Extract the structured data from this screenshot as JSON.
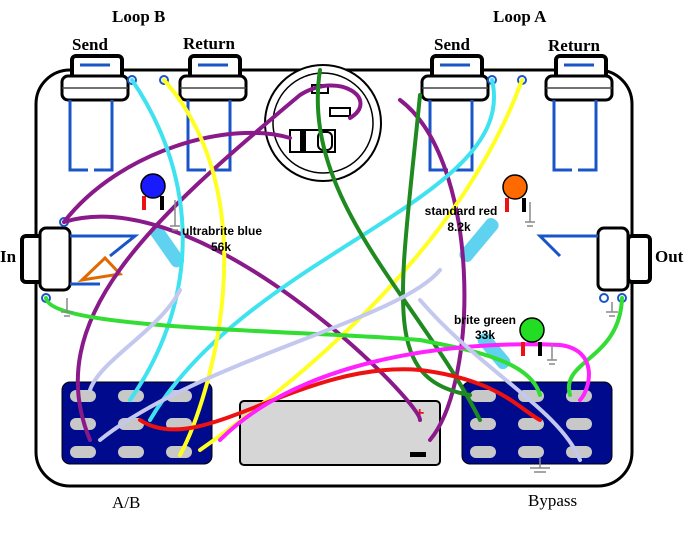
{
  "labels": {
    "loop_b": "Loop B",
    "loop_a": "Loop A",
    "send_b": "Send",
    "return_b": "Return",
    "send_a": "Send",
    "return_a": "Return",
    "input": "In",
    "output": "Out",
    "ab_switch": "A/B",
    "bypass_switch": "Bypass"
  },
  "leds": [
    {
      "name": "ultrabrite blue",
      "resistor": "56k",
      "color": "#1a1aff"
    },
    {
      "name": "standard red",
      "resistor": "8.2k",
      "color": "#ff6a00"
    },
    {
      "name": "brite green",
      "resistor": "33k",
      "color": "#22dd22"
    }
  ],
  "colors": {
    "enclosure": "#000000",
    "footswitch": "#000a8c",
    "jack_blue": "#1a55c8",
    "resistor": "#5fd2f0",
    "battery": "#d6d6d6",
    "wire_purple": "#8a1a8a",
    "wire_cyan": "#3fe3f0",
    "wire_yellow": "#ffff22",
    "wire_green": "#1f8a1f",
    "wire_lime": "#33dd33",
    "wire_red": "#ee1111",
    "wire_magenta": "#ff22ff",
    "wire_lavender": "#c4c8ee"
  }
}
